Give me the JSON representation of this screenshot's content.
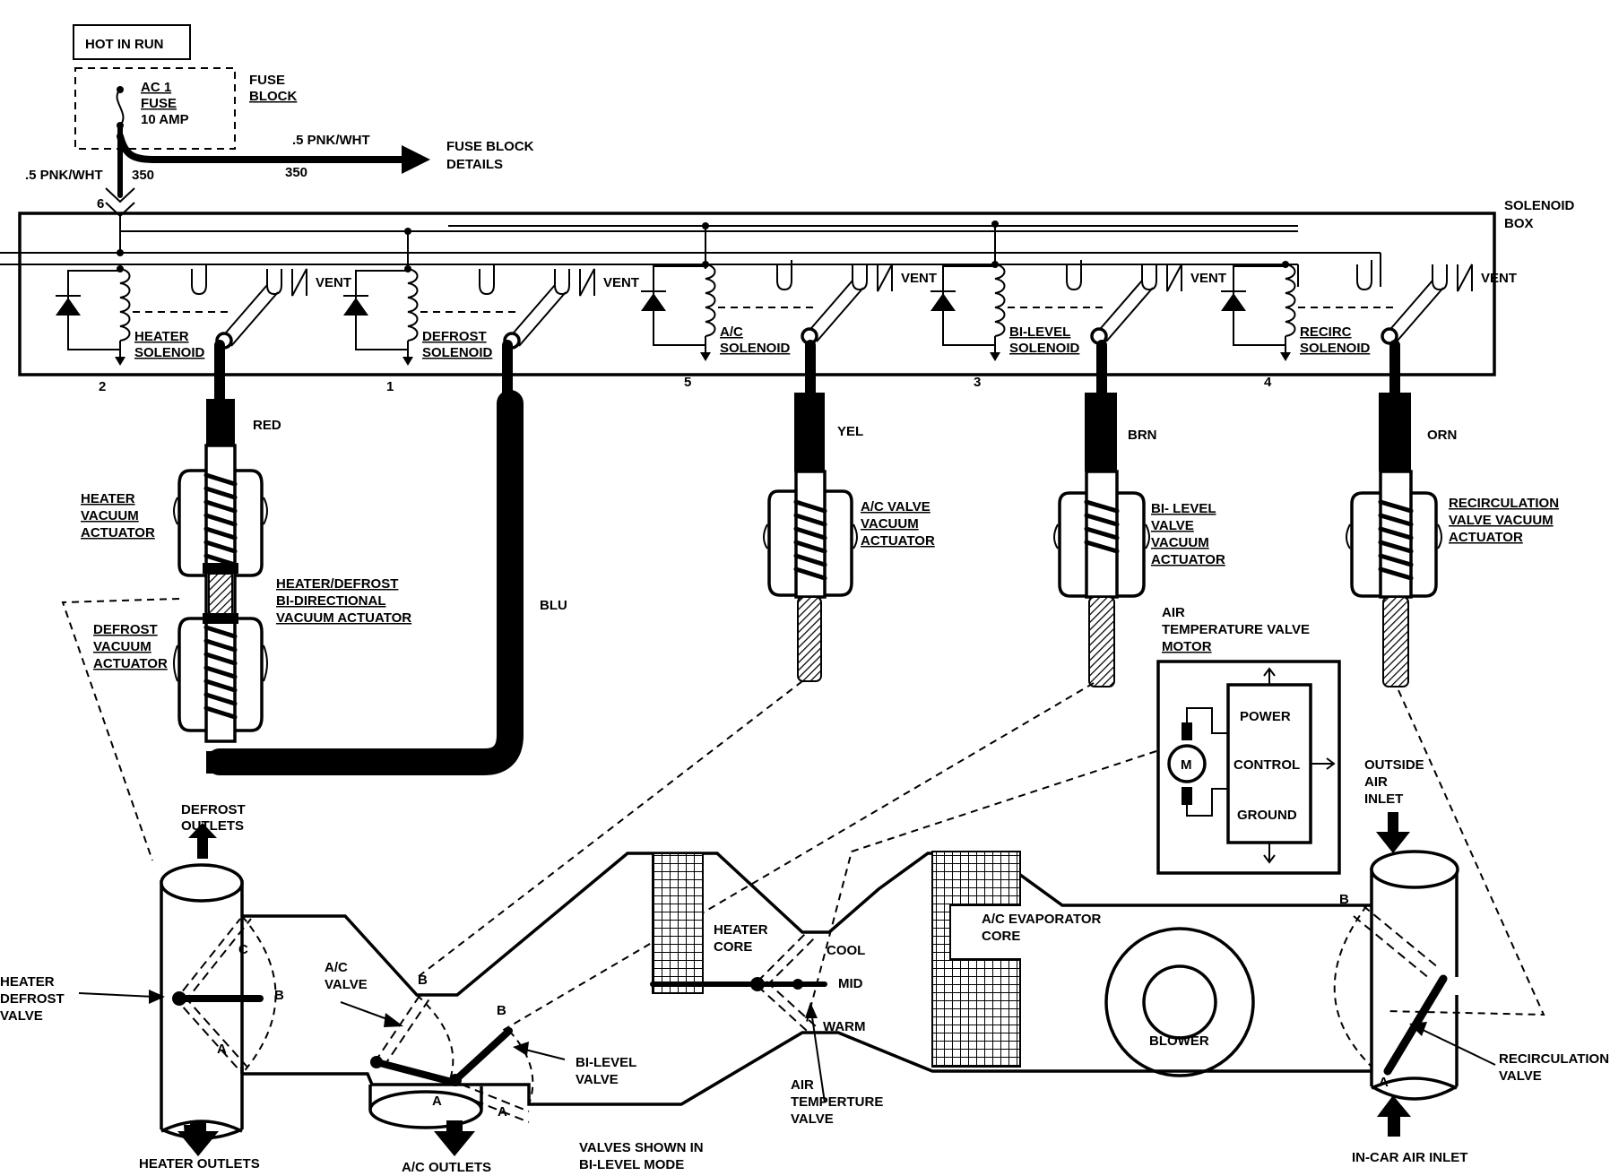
{
  "fuse": {
    "hot_in_run": "HOT IN RUN",
    "fuse_block": [
      "FUSE",
      "BLOCK"
    ],
    "ac1_fuse": [
      "AC 1",
      "FUSE",
      "10 AMP"
    ],
    "wire_left": ".5 PNK/WHT",
    "wire_left_num": "350",
    "wire_right": ".5 PNK/WHT",
    "wire_right_num": "350",
    "details": [
      "FUSE BLOCK",
      "DETAILS"
    ],
    "pin": "6"
  },
  "solenoid_box": {
    "label": [
      "SOLENOID",
      "BOX"
    ]
  },
  "solenoids": [
    {
      "name": [
        "HEATER",
        "SOLENOID"
      ],
      "pin": "2",
      "vent": "VENT",
      "wire": "RED"
    },
    {
      "name": [
        "DEFROST",
        "SOLENOID"
      ],
      "pin": "1",
      "vent": "VENT",
      "wire": "BLU"
    },
    {
      "name": [
        "A/C",
        "SOLENOID"
      ],
      "pin": "5",
      "vent": "VENT",
      "wire": "YEL"
    },
    {
      "name": [
        "BI-LEVEL",
        "SOLENOID"
      ],
      "pin": "3",
      "vent": "VENT",
      "wire": "BRN"
    },
    {
      "name": [
        "RECIRC",
        "SOLENOID"
      ],
      "pin": "4",
      "vent": "VENT",
      "wire": "ORN"
    }
  ],
  "actuators": {
    "heater": [
      "HEATER",
      "VACUUM",
      "ACTUATOR"
    ],
    "bidirectional": [
      "HEATER/DEFROST",
      "BI-DIRECTIONAL",
      "VACUUM ACTUATOR"
    ],
    "defrost": [
      "DEFROST",
      "VACUUM",
      "ACTUATOR"
    ],
    "ac_valve": [
      "A/C VALVE",
      "VACUUM",
      "ACTUATOR"
    ],
    "bilevel": [
      "BI- LEVEL",
      "VALVE",
      "VACUUM",
      "ACTUATOR"
    ],
    "recirc": [
      "RECIRCULATION",
      "VALVE VACUUM",
      "ACTUATOR"
    ]
  },
  "motor": {
    "title": [
      "AIR",
      "TEMPERATURE VALVE",
      "MOTOR"
    ],
    "motor_symbol": "M",
    "power": "POWER",
    "control": "CONTROL",
    "ground": "GROUND"
  },
  "ducts": {
    "defrost_outlets": [
      "DEFROST",
      "OUTLETS"
    ],
    "heater_outlets": "HEATER OUTLETS",
    "heater_defrost_valve": [
      "HEATER",
      "DEFROST",
      "VALVE"
    ],
    "ac_valve": [
      "A/C",
      "VALVE"
    ],
    "bilevel_valve": [
      "BI-LEVEL",
      "VALVE"
    ],
    "ac_outlets": "A/C OUTLETS",
    "valves_shown": [
      "VALVES SHOWN IN",
      "BI-LEVEL MODE"
    ],
    "heater_core": [
      "HEATER",
      "CORE"
    ],
    "cool": "COOL",
    "mid": "MID",
    "warm": "WARM",
    "air_temp_valve": [
      "AIR",
      "TEMPERTURE",
      "VALVE"
    ],
    "ac_evaporator": [
      "A/C EVAPORATOR",
      "CORE"
    ],
    "blower": "BLOWER",
    "outside_air": [
      "OUTSIDE",
      "AIR",
      "INLET"
    ],
    "recirc_valve": [
      "RECIRCULATION",
      "VALVE"
    ],
    "in_car_air": "IN-CAR AIR INLET",
    "pos_a": "A",
    "pos_b": "B",
    "pos_c": "C"
  }
}
